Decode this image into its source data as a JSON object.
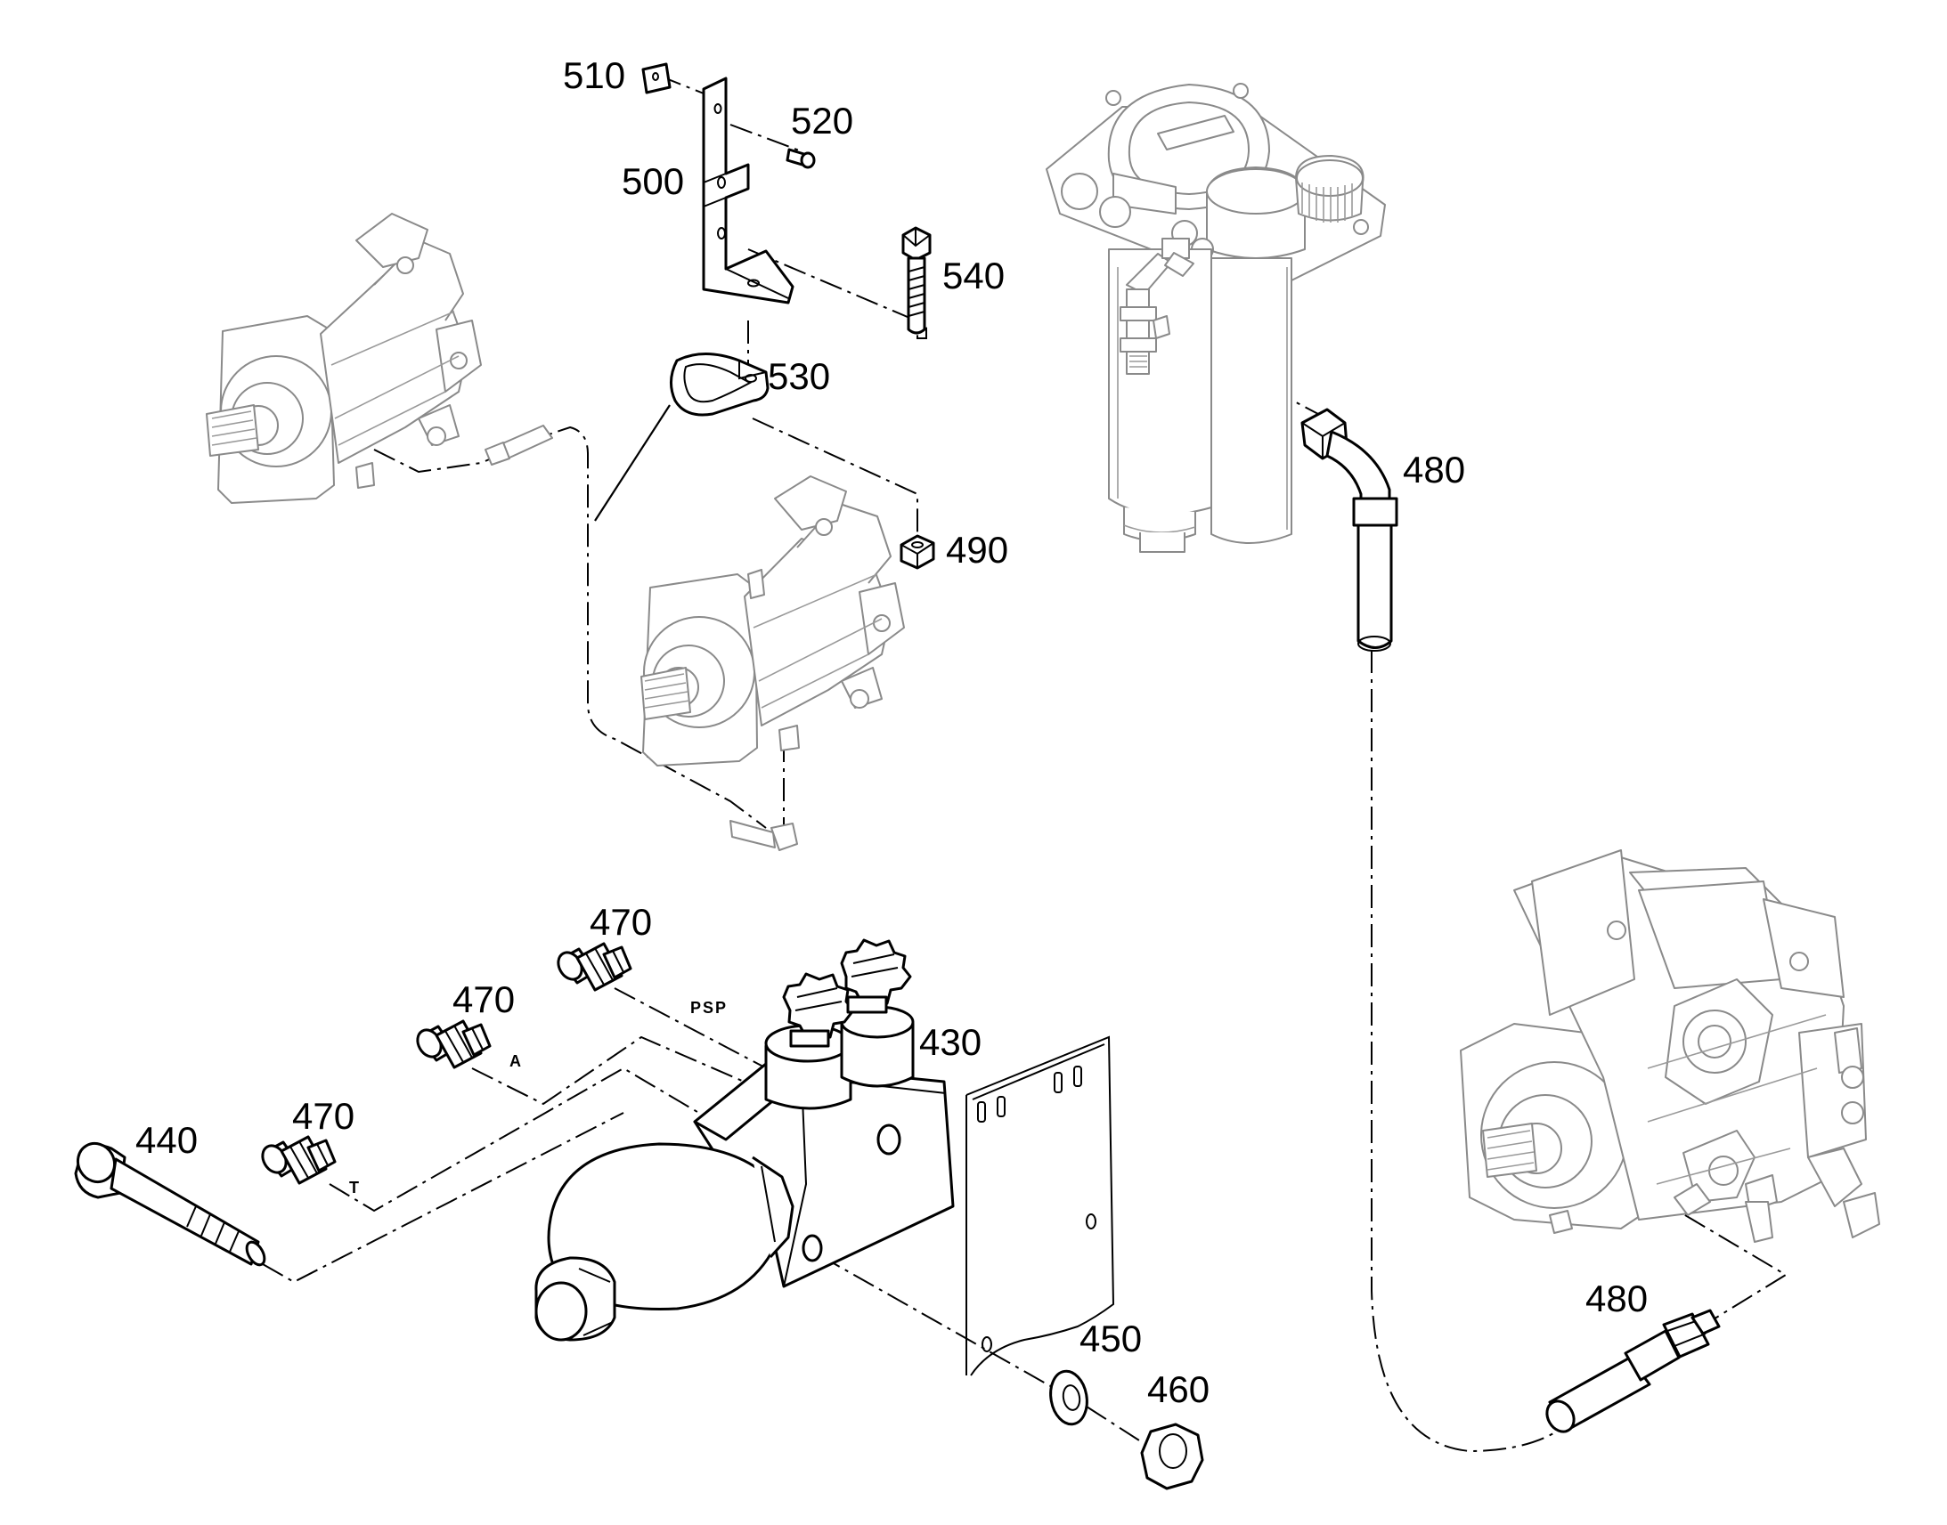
{
  "callouts": {
    "c510": "510",
    "c520": "520",
    "c500": "500",
    "c540": "540",
    "c530": "530",
    "c490": "490",
    "c480a": "480",
    "c480b": "480",
    "c470a": "470",
    "c470b": "470",
    "c470c": "470",
    "c430": "430",
    "c440": "440",
    "c450": "450",
    "c460": "460"
  },
  "ports": {
    "psp": "PSP",
    "a": "A",
    "t": "T"
  },
  "colors": {
    "line": "#000000",
    "detail_line": "#8a8a8a",
    "background": "#ffffff"
  }
}
